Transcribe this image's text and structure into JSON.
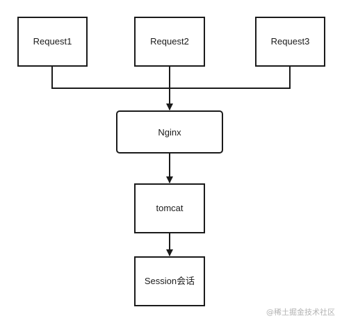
{
  "nodes": {
    "request1": {
      "label": "Request1"
    },
    "request2": {
      "label": "Request2"
    },
    "request3": {
      "label": "Request3"
    },
    "nginx": {
      "label": "Nginx"
    },
    "tomcat": {
      "label": "tomcat"
    },
    "session": {
      "label": "Session会话"
    }
  },
  "watermark": {
    "text": "@稀土掘金技术社区"
  },
  "colors": {
    "stroke": "#1a1a1a",
    "background": "#ffffff",
    "watermark": "#b3b3b3"
  }
}
